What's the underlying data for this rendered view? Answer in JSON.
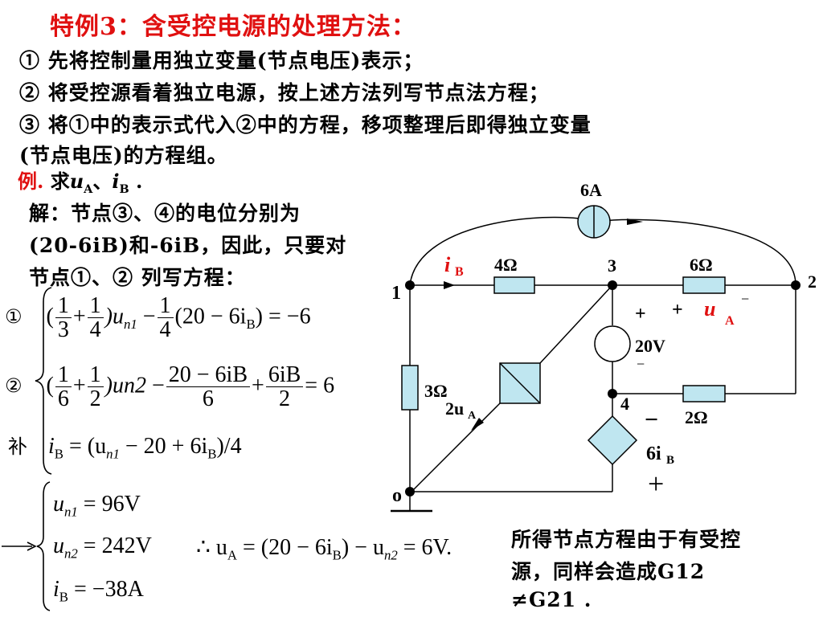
{
  "title": "特例3：含受控电源的处理方法：",
  "steps": [
    "① 先将控制量用独立变量(节点电压)表示；",
    "②  将受控源看着独立电源，按上述方法列写节点法方程；",
    "③ 将①中的表示式代入②中的方程，移项整理后即得独立变量",
    "(节点电压)的方程组。"
  ],
  "example": {
    "label": "例.",
    "ask": " 求",
    "var1_main": "u",
    "var1_sub": "A",
    "sep": "、",
    "var2_main": "i",
    "var2_sub": "B",
    "end": " ."
  },
  "solution_lines": [
    "解：节点③、④的电位分别为",
    "(20-6iB)和-6iB，因此，只要对",
    "节点①、② 列写方程："
  ],
  "equations": {
    "eq1_label": "①",
    "eq2_label": "②",
    "eq3_label": "补",
    "eq1_open": "(",
    "eq1_f1_num": "1",
    "eq1_f1_den": "3",
    "eq1_plus": "+",
    "eq1_f2_num": "1",
    "eq1_f2_den": "4",
    "eq1_mid": ")u",
    "eq1_sub1": "n1",
    "eq1_minus": " −",
    "eq1_f3_num": "1",
    "eq1_f3_den": "4",
    "eq1_tail": "(20 − 6i",
    "eq1_tail_sub": "B",
    "eq1_rhs": ") = −6",
    "eq2_open": "(",
    "eq2_f1_num": "1",
    "eq2_f1_den": "6",
    "eq2_plus": "+",
    "eq2_f2_num": "1",
    "eq2_f2_den": "2",
    "eq2_mid": ")u",
    "eq2_sub": "n2",
    "eq2_minus": " −",
    "eq2_f3_num": "20 − 6iB",
    "eq2_f3_den": "6",
    "eq2_plus2": "+",
    "eq2_f4_num": "6iB",
    "eq2_f4_den": "2",
    "eq2_rhs": "= 6",
    "eq3_a": "i",
    "eq3_a_sub": "B",
    "eq3_b": " = (u",
    "eq3_b_sub": "n1",
    "eq3_c": " − 20 + 6i",
    "eq3_c_sub": "B",
    "eq3_d": ")/4"
  },
  "results": {
    "r1_main": "u",
    "r1_sub": "n1",
    "r1_val": " = 96V",
    "r2_main": "u",
    "r2_sub": "n2",
    "r2_val": " = 242V",
    "r3_main": "i",
    "r3_sub": "B",
    "r3_val": " = −38A",
    "final_a": "∴ u",
    "final_a_sub": "A",
    "final_b": " = (20 − 6i",
    "final_b_sub": "B",
    "final_c": ") − u",
    "final_c_sub": "n2",
    "final_d": " = 6V."
  },
  "note_lines": [
    "所得节点方程由于有受控",
    "源，同样会造成G12",
    "≠G21 ."
  ],
  "circuit": {
    "source_top": "6A",
    "node1": "1",
    "node2": "2",
    "node3": "3",
    "node4": "4",
    "node0": "o",
    "ib_label_main": "i",
    "ib_label_sub": "B",
    "r_4": "4Ω",
    "r_6": "6Ω",
    "r_3": "3Ω",
    "r_2": "2Ω",
    "v_20": "20V",
    "plus1": "+",
    "plus2": "+",
    "minus1": "−",
    "minus2": "−",
    "ua_main": "u",
    "ua_sub": "A",
    "ua_minus": "−",
    "ccs_label_pre": "2u",
    "ccs_label_sub": "A",
    "dep_label_pre": "6i",
    "dep_label_sub": "B",
    "plus_bottom": "+"
  },
  "colors": {
    "accent": "#e01010",
    "component_fill": "#bfe6f0"
  }
}
